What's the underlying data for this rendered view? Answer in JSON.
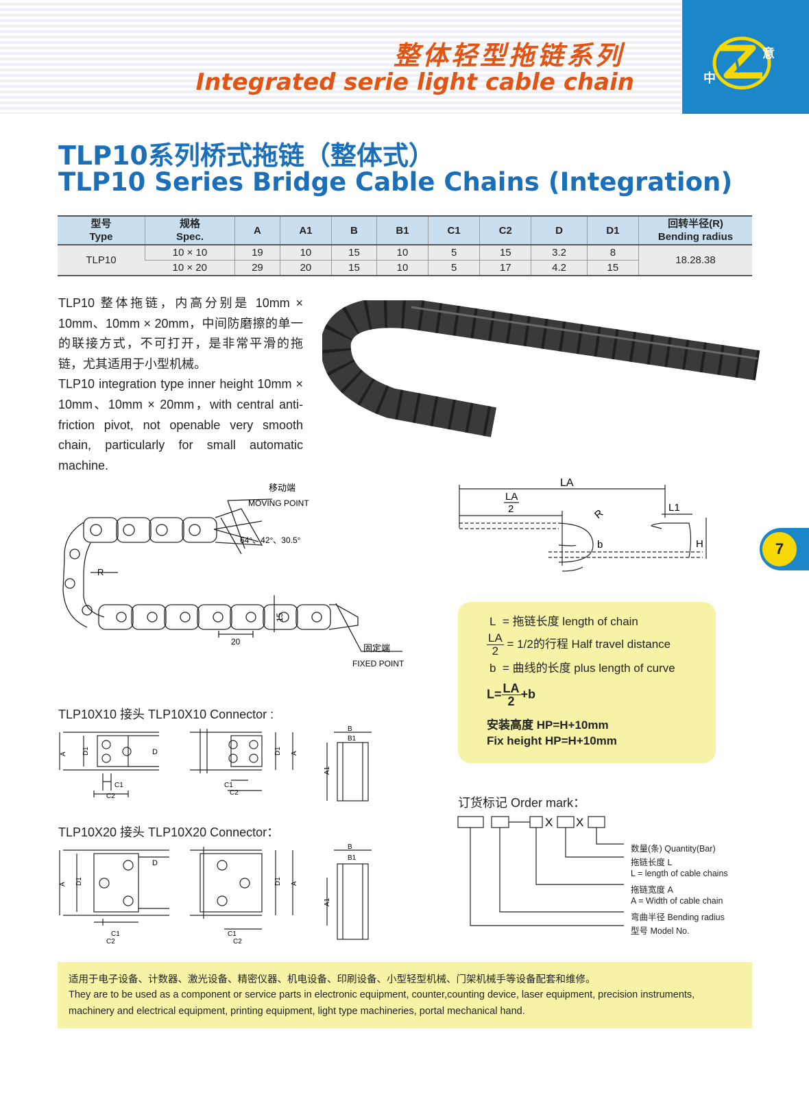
{
  "header": {
    "title_zh": "整体轻型拖链系列",
    "title_en": "Integrated serie light cable chain",
    "logo_text_left": "中",
    "logo_text_right": "意"
  },
  "title": {
    "zh": "TLP10系列桥式拖链（整体式）",
    "en": "TLP10 Series Bridge Cable Chains (Integration)"
  },
  "spec_table": {
    "headers": {
      "type_zh": "型号",
      "type_en": "Type",
      "spec_zh": "规格",
      "spec_en": "Spec.",
      "A": "A",
      "A1": "A1",
      "B": "B",
      "B1": "B1",
      "C1": "C1",
      "C2": "C2",
      "D": "D",
      "D1": "D1",
      "radius_zh": "回转半径(R)",
      "radius_en": "Bending radius"
    },
    "type": "TLP10",
    "radius": "18.28.38",
    "rows": [
      {
        "spec": "10 × 10",
        "A": "19",
        "A1": "10",
        "B": "15",
        "B1": "10",
        "C1": "5",
        "C2": "15",
        "D": "3.2",
        "D1": "8"
      },
      {
        "spec": "10 × 20",
        "A": "29",
        "A1": "20",
        "B": "15",
        "B1": "10",
        "C1": "5",
        "C2": "17",
        "D": "4.2",
        "D1": "15"
      }
    ]
  },
  "description": {
    "zh": "TLP10 整体拖链，内高分别是 10mm × 10mm、10mm × 20mm，中间防磨擦的单一的联接方式，不可打开，是非常平滑的拖链，尤其适用于小型机械。",
    "en": "TLP10 integration type inner height 10mm × 10mm、10mm × 20mm，with central anti-friction pivot, not openable very smooth chain, particularly for small automatic machine."
  },
  "chain_diagram": {
    "moving_zh": "移动端",
    "moving_en": "MOVING POINT",
    "fixed_zh": "固定端",
    "fixed_en": "FIXED POINT",
    "angles": "64°、42°、30.5°",
    "R": "R",
    "pitch": "20",
    "height": "15"
  },
  "travel_diagram": {
    "LA": "LA",
    "LA_num": "LA",
    "LA_den": "2",
    "L1": "L1",
    "R": "R",
    "b": "b",
    "H": "H"
  },
  "formula": {
    "L_sym": "L",
    "L_text": "= 拖链长度  length of chain",
    "half_num": "LA",
    "half_den": "2",
    "half_text": "= 1/2的行程  Half travel distance",
    "b_sym": "b",
    "b_text": "= 曲线的长度  plus length of curve",
    "eq_L": "L=",
    "eq_num": "LA",
    "eq_den": "2",
    "eq_plus": "+b",
    "hp_zh": "安装高度 HP=H+10mm",
    "hp_en": "Fix height HP=H+10mm"
  },
  "connectors": {
    "c10": "TLP10X10 接头  TLP10X10 Connector :",
    "c20": "TLP10X20 接头  TLP10X20 Connector：",
    "labels": {
      "A": "A",
      "D1": "D1",
      "D": "D",
      "C1": "C1",
      "C2": "C2",
      "B": "B",
      "B1": "B1",
      "A1": "A1"
    }
  },
  "order_mark": {
    "title": "订货标记 Order mark：",
    "x": "X",
    "labels": [
      "数量(条) Quantity(Bar)",
      "拖链长度 L",
      "L = length of cable chains",
      "拖链宽度 A",
      "A = Width of cable chain",
      "弯曲半径 Bending radius",
      "型号 Model No."
    ]
  },
  "footer": {
    "zh": "适用于电子设备、计数器、激光设备、精密仪器、机电设备、印刷设备、小型轻型机械、门架机械手等设备配套和维修。",
    "en1": "They are to be used as a component or service parts in electronic equipment, counter,counting device, laser equipment, precision instruments,",
    "en2": "machinery and electrical equipment, printing equipment, light type machineries, portal mechanical hand."
  },
  "page_number": "7",
  "colors": {
    "accent_blue": "#1b6fb8",
    "header_orange": "#e05414",
    "band_yellow": "#f6f3a6",
    "tab_blue": "#1b87c9"
  }
}
